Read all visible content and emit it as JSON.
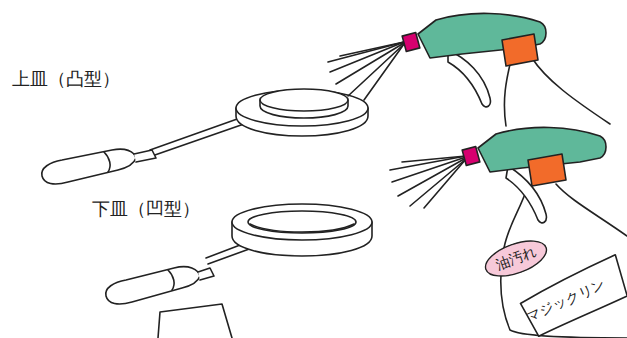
{
  "diagram": {
    "nodes": [
      {
        "text": [
          "油汚れ"
        ]
      },
      {
        "text": [
          "マジックリン"
        ]
      }
    ],
    "labels": [
      "上皿（凸型）",
      "下皿（凹型）"
    ]
  }
}
